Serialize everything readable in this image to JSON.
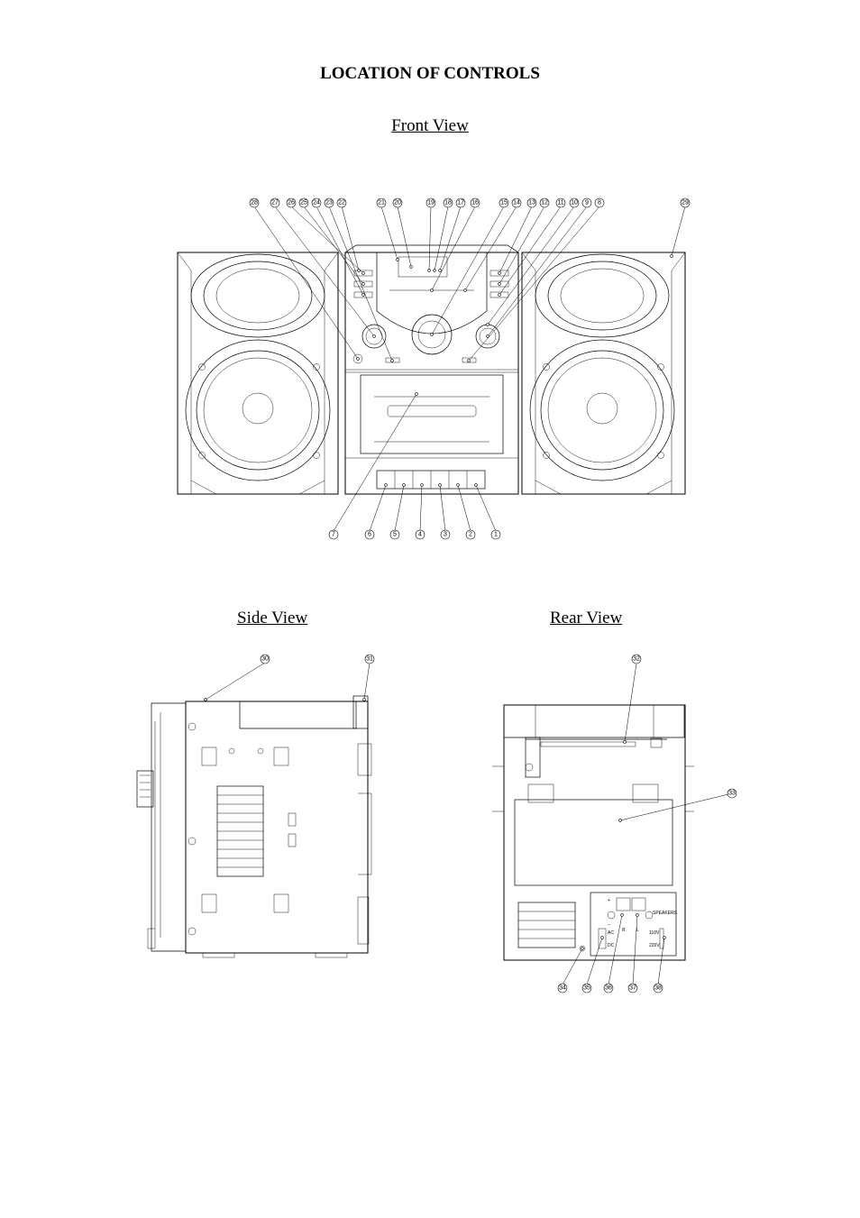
{
  "page": {
    "title": "LOCATION OF CONTROLS"
  },
  "views": {
    "front": "Front View",
    "side": "Side View",
    "rear": "Rear View"
  },
  "callouts": {
    "front_top": [
      "28",
      "27",
      "26",
      "25",
      "24",
      "23",
      "22",
      "21",
      "20",
      "19",
      "18",
      "17",
      "16",
      "15",
      "14",
      "13",
      "12",
      "11",
      "10",
      "9",
      "8",
      "29"
    ],
    "front_bottom": [
      "7",
      "6",
      "5",
      "4",
      "3",
      "2",
      "1"
    ],
    "side": [
      "30",
      "31"
    ],
    "rear": [
      "32",
      "33",
      "34",
      "35",
      "36",
      "37",
      "38"
    ]
  },
  "rear_panel_labels": {
    "plus": "+",
    "minus": "–",
    "speakers": "SPEAKERS",
    "right": "R",
    "left": "L",
    "ac": "AC",
    "dc": "DC",
    "v110": "110V",
    "v220": "220V"
  }
}
